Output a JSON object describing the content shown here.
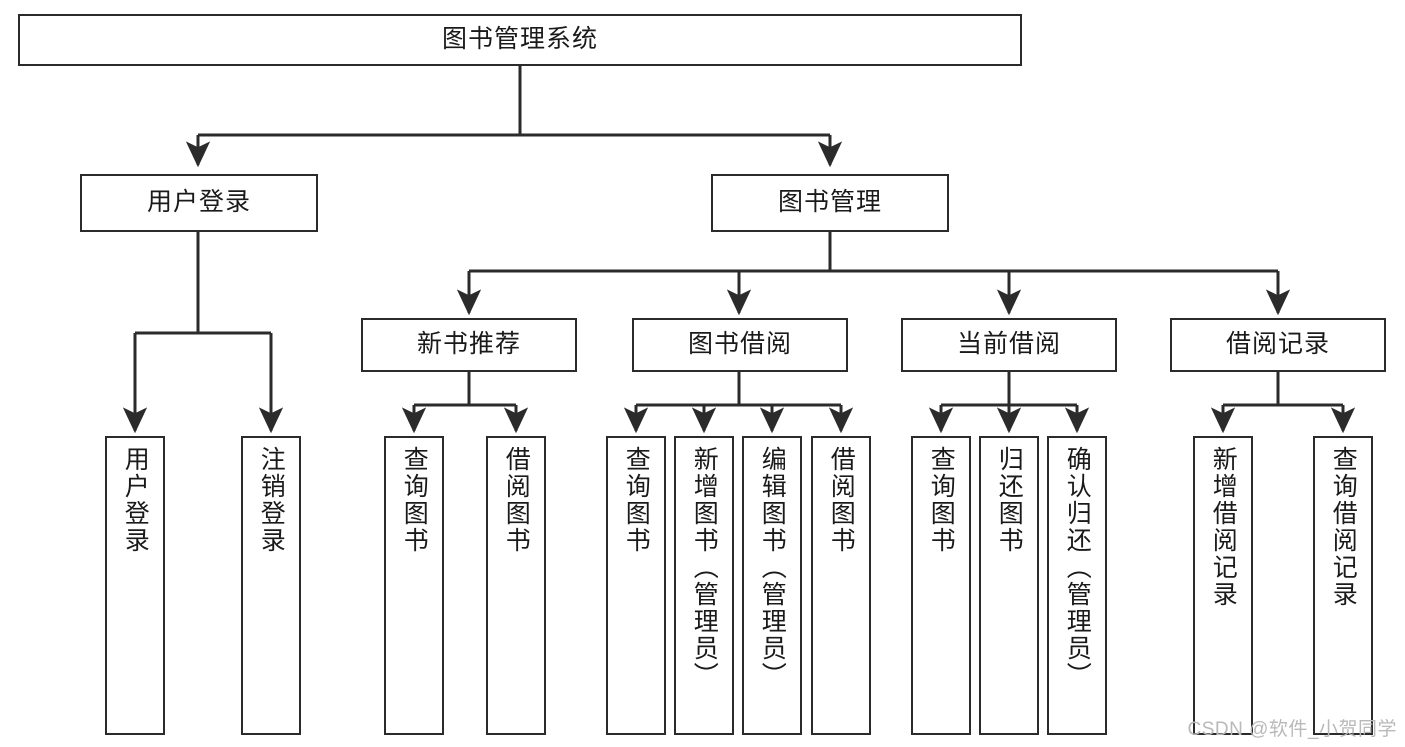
{
  "diagram": {
    "title": "图书管理系统",
    "type": "tree",
    "line_color": "#2b2b2b",
    "box_fill": "#ffffff",
    "text_color": "#1a1a1a",
    "watermark": "CSDN @软件_小贺同学",
    "levels": {
      "root": {
        "label": "图书管理系统"
      },
      "level2": [
        {
          "id": "user-login",
          "label": "用户登录"
        },
        {
          "id": "book-manage",
          "label": "图书管理"
        }
      ],
      "level3": [
        {
          "id": "new-book-recommend",
          "label": "新书推荐",
          "parent": "book-manage"
        },
        {
          "id": "book-borrow",
          "label": "图书借阅",
          "parent": "book-manage"
        },
        {
          "id": "current-borrow",
          "label": "当前借阅",
          "parent": "book-manage"
        },
        {
          "id": "borrow-record",
          "label": "借阅记录",
          "parent": "book-manage"
        }
      ],
      "leaves": [
        {
          "id": "leaf-user-login",
          "label": "用户登录",
          "parent": "user-login"
        },
        {
          "id": "leaf-user-logout",
          "label": "注销登录",
          "parent": "user-login"
        },
        {
          "id": "leaf-query-book-1",
          "label": "查询图书",
          "parent": "new-book-recommend"
        },
        {
          "id": "leaf-borrow-book-1",
          "label": "借阅图书",
          "parent": "new-book-recommend"
        },
        {
          "id": "leaf-query-book-2",
          "label": "查询图书",
          "parent": "book-borrow"
        },
        {
          "id": "leaf-add-book",
          "label": "新增图书（管理员）",
          "parent": "book-borrow"
        },
        {
          "id": "leaf-edit-book",
          "label": "编辑图书（管理员）",
          "parent": "book-borrow"
        },
        {
          "id": "leaf-borrow-book-2",
          "label": "借阅图书",
          "parent": "book-borrow"
        },
        {
          "id": "leaf-query-book-3",
          "label": "查询图书",
          "parent": "current-borrow"
        },
        {
          "id": "leaf-return-book",
          "label": "归还图书",
          "parent": "current-borrow"
        },
        {
          "id": "leaf-confirm-return",
          "label": "确认归还（管理员）",
          "parent": "current-borrow"
        },
        {
          "id": "leaf-add-record",
          "label": "新增借阅记录",
          "parent": "borrow-record"
        },
        {
          "id": "leaf-query-record",
          "label": "查询借阅记录",
          "parent": "borrow-record"
        }
      ]
    }
  }
}
